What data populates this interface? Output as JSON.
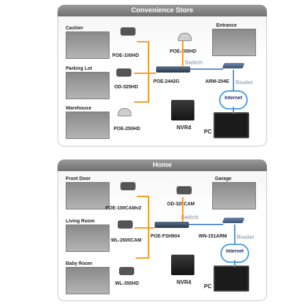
{
  "panels": [
    {
      "title": "Convenience Store",
      "rooms": [
        "Cashier",
        "Parking Lot",
        "Warehouse",
        "Entrance"
      ],
      "devices": [
        "POE-100HD",
        "OD-325HD",
        "POE-250HD",
        "POE-200HD",
        "POE-2442G",
        "ARM-204E"
      ],
      "switch_label": "Switch",
      "router_label": "Router",
      "internet_label": "Internet",
      "nvr_label": "NVR4",
      "pc_label": "PC"
    },
    {
      "title": "Home",
      "rooms": [
        "Front Door",
        "Living Room",
        "Baby Room",
        "Garage"
      ],
      "devices": [
        "POE-100CAMv2",
        "WL-2600CAM",
        "WL-350HD",
        "OD-325CAM",
        "POE-FSH804",
        "WN-151ARM"
      ],
      "switch_label": "Switch",
      "router_label": "Router",
      "internet_label": "Internet",
      "nvr_label": "NVR4",
      "pc_label": "PC"
    }
  ],
  "colors": {
    "wire_poe": "#f39a2b",
    "wire_lan": "#5a8fd0",
    "title_bar": "#7a7a7a"
  },
  "icons": [
    "ip-camera-icon",
    "dome-camera-icon",
    "switch-icon",
    "router-icon",
    "nvr-icon",
    "pc-monitor-icon",
    "cloud-icon"
  ]
}
